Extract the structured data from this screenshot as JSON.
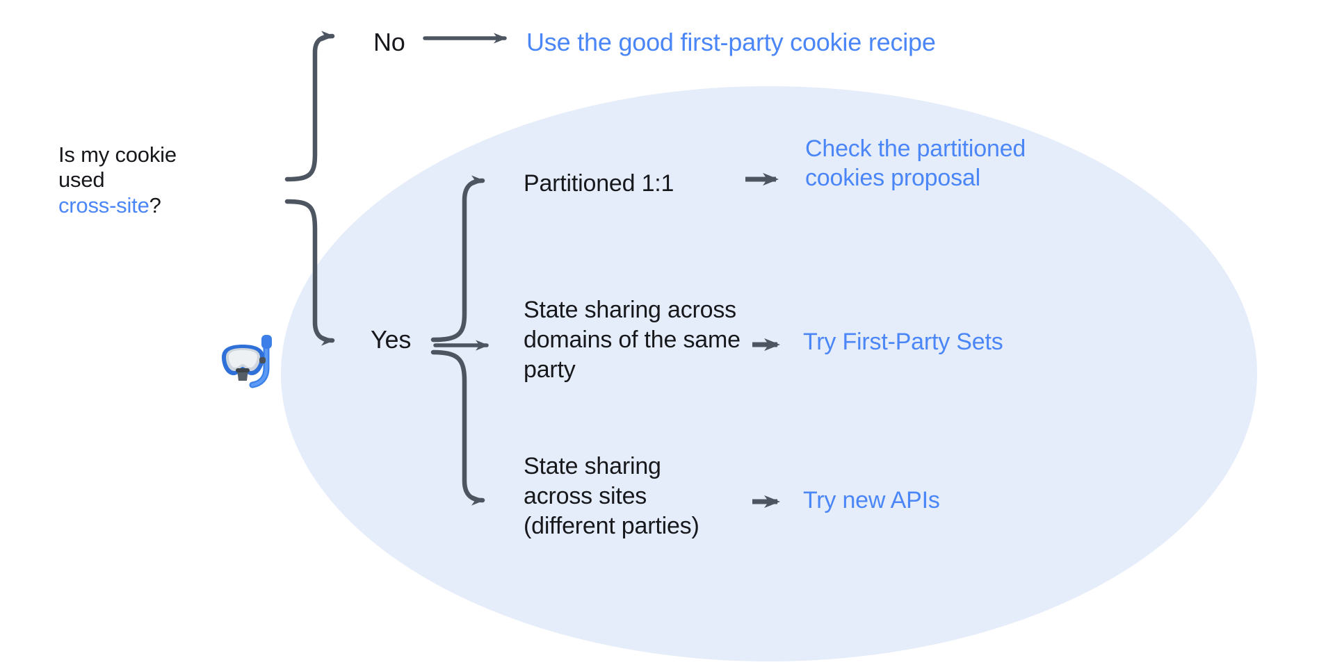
{
  "diagram": {
    "type": "decision-flowchart",
    "title_text": "Is my cookie used cross-site?",
    "background_color": "#ffffff",
    "highlight_color": "#e6edfa",
    "link_color": "#4a86f7",
    "text_color": "#16181c",
    "arrow_color": "#4d5561"
  },
  "question": {
    "line1": "Is my cookie",
    "line2": "used ",
    "accent": "cross-site",
    "suffix": "?"
  },
  "answers": {
    "no": "No",
    "yes": "Yes"
  },
  "outcomes": {
    "first_party_recipe": "Use the good first-party cookie recipe",
    "partitioned_proposal": "Check the partitioned cookies proposal",
    "first_party_sets": "Try First-Party Sets",
    "new_apis": "Try new APIs"
  },
  "branches": {
    "partitioned": "Partitioned 1:1",
    "state_sharing_domains": "State sharing across domains of the same party",
    "state_sharing_sites": "State sharing across sites (different parties)"
  },
  "icons": {
    "diving_mask": "diving-mask-emoji"
  }
}
